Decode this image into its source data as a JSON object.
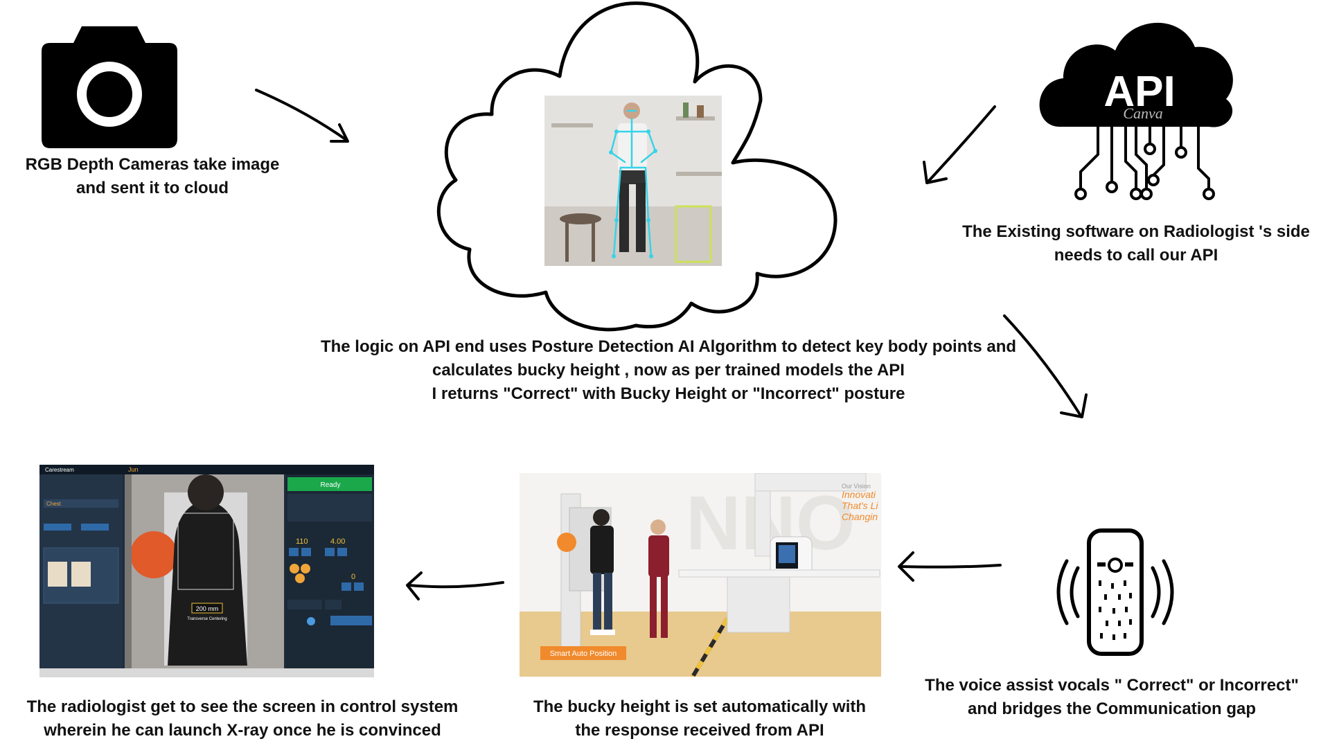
{
  "camera_caption": [
    "RGB Depth Cameras take image",
    "and sent it to cloud"
  ],
  "api_logo": {
    "text": "API",
    "subtext": "Canva"
  },
  "radiologist_caption": [
    "The Existing software on Radiologist 's side",
    "needs to call our API"
  ],
  "logic_caption": [
    "The logic on API end uses Posture Detection  AI Algorithm  to detect key body points and",
    "calculates bucky height , now as per trained models the API",
    "I returns \"Correct\" with Bucky Height or \"Incorrect\" posture"
  ],
  "control_caption": [
    "The radiologist get to see the screen in control system",
    "wherein he can launch X-ray once he is convinced"
  ],
  "bucky_caption": [
    "The bucky height is set automatically with",
    "the response received from API"
  ],
  "voice_caption": [
    "The voice  assist  vocals \" Correct\" or Incorrect\"",
    "and bridges the Communication gap"
  ],
  "control_screen": {
    "brand": "Carestream",
    "patient_tab": "Jun",
    "status": "Ready",
    "region": "Chest",
    "kv_value": "110",
    "mas_value": "4.00",
    "zero_value": "0",
    "measure": "200 mm",
    "measure_note": "Transverse Centering"
  },
  "bucky_photo": {
    "badge": "Smart Auto Position",
    "slogan": [
      "Our Vision",
      "Innovati",
      "That's Li",
      "Changin"
    ]
  },
  "colors": {
    "ink": "#000000",
    "accent_green": "#1aa84a",
    "accent_orange": "#f08a2c",
    "skeleton": "#36d3e8"
  }
}
